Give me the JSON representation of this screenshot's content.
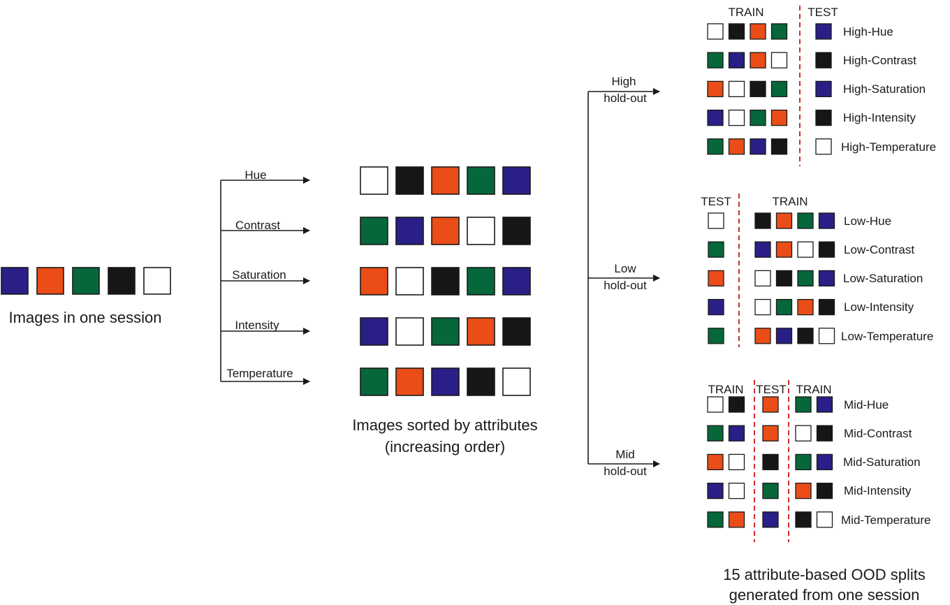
{
  "colors": {
    "blue": "#2a1f86",
    "orange": "#ea4d18",
    "green": "#06673a",
    "black": "#161616",
    "white": "#ffffff",
    "outline": "#1a1a1a",
    "divider": "#d12b2b"
  },
  "session": {
    "swatches": [
      "blue",
      "orange",
      "green",
      "black",
      "white"
    ],
    "caption": "Images in one session"
  },
  "attributes": [
    "Hue",
    "Contrast",
    "Saturation",
    "Intensity",
    "Temperature"
  ],
  "sorted": {
    "rows": [
      [
        "white",
        "black",
        "orange",
        "green",
        "blue"
      ],
      [
        "green",
        "blue",
        "orange",
        "white",
        "black"
      ],
      [
        "orange",
        "white",
        "black",
        "green",
        "blue"
      ],
      [
        "blue",
        "white",
        "green",
        "orange",
        "black"
      ],
      [
        "green",
        "orange",
        "blue",
        "black",
        "white"
      ]
    ],
    "caption_line1": "Images sorted by attributes",
    "caption_line2": "(increasing order)"
  },
  "holdouts": [
    {
      "label_line1": "High",
      "label_line2": "hold-out"
    },
    {
      "label_line1": "Low",
      "label_line2": "hold-out"
    },
    {
      "label_line1": "Mid",
      "label_line2": "hold-out"
    }
  ],
  "splits": {
    "high": {
      "headers": [
        "TRAIN",
        "TEST"
      ],
      "rows": [
        {
          "train": [
            "white",
            "black",
            "orange",
            "green"
          ],
          "test": [
            "blue"
          ],
          "label": "High-Hue"
        },
        {
          "train": [
            "green",
            "blue",
            "orange",
            "white"
          ],
          "test": [
            "black"
          ],
          "label": "High-Contrast"
        },
        {
          "train": [
            "orange",
            "white",
            "black",
            "green"
          ],
          "test": [
            "blue"
          ],
          "label": "High-Saturation"
        },
        {
          "train": [
            "blue",
            "white",
            "green",
            "orange"
          ],
          "test": [
            "black"
          ],
          "label": "High-Intensity"
        },
        {
          "train": [
            "green",
            "orange",
            "blue",
            "black"
          ],
          "test": [
            "white"
          ],
          "label": "High-Temperature"
        }
      ]
    },
    "low": {
      "headers": [
        "TEST",
        "TRAIN"
      ],
      "rows": [
        {
          "test": [
            "white"
          ],
          "train": [
            "black",
            "orange",
            "green",
            "blue"
          ],
          "label": "Low-Hue"
        },
        {
          "test": [
            "green"
          ],
          "train": [
            "blue",
            "orange",
            "white",
            "black"
          ],
          "label": "Low-Contrast"
        },
        {
          "test": [
            "orange"
          ],
          "train": [
            "white",
            "black",
            "green",
            "blue"
          ],
          "label": "Low-Saturation"
        },
        {
          "test": [
            "blue"
          ],
          "train": [
            "white",
            "green",
            "orange",
            "black"
          ],
          "label": "Low-Intensity"
        },
        {
          "test": [
            "green"
          ],
          "train": [
            "orange",
            "blue",
            "black",
            "white"
          ],
          "label": "Low-Temperature"
        }
      ]
    },
    "mid": {
      "headers": [
        "TRAIN",
        "TEST",
        "TRAIN"
      ],
      "rows": [
        {
          "train_left": [
            "white",
            "black"
          ],
          "test": [
            "orange"
          ],
          "train_right": [
            "green",
            "blue"
          ],
          "label": "Mid-Hue"
        },
        {
          "train_left": [
            "green",
            "blue"
          ],
          "test": [
            "orange"
          ],
          "train_right": [
            "white",
            "black"
          ],
          "label": "Mid-Contrast"
        },
        {
          "train_left": [
            "orange",
            "white"
          ],
          "test": [
            "black"
          ],
          "train_right": [
            "green",
            "blue"
          ],
          "label": "Mid-Saturation"
        },
        {
          "train_left": [
            "blue",
            "white"
          ],
          "test": [
            "green"
          ],
          "train_right": [
            "orange",
            "black"
          ],
          "label": "Mid-Intensity"
        },
        {
          "train_left": [
            "green",
            "orange"
          ],
          "test": [
            "blue"
          ],
          "train_right": [
            "black",
            "white"
          ],
          "label": "Mid-Temperature"
        }
      ]
    }
  },
  "ood_caption_line1": "15 attribute-based OOD splits",
  "ood_caption_line2": "generated from one session"
}
